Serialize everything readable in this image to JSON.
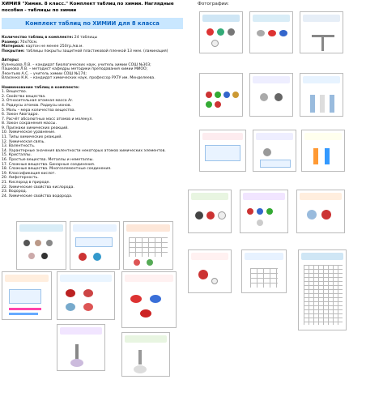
{
  "header": {
    "title": "ХИМИЯ \"Химия. 8 класс.\" Комплект таблиц по химии. Наглядные пособия - таблицы по химии",
    "photos_label": "Фотографии:"
  },
  "banner": {
    "text": "Комплект таблиц по ХИМИИ для 8 класса"
  },
  "info": {
    "qty_label": "Количество таблиц в комплекте:",
    "qty_value": "24 таблицы",
    "size_label": "Размер:",
    "size_value": "70x70см.",
    "material_label": "Материал:",
    "material_value": "картон не менее 250гр./кв.м.",
    "cover_label": "Покрытие:",
    "cover_value": "таблицы покрыты защитной пластиковой пленкой 13 мкм. (ламинация)"
  },
  "authors": {
    "label": "Авторы:",
    "lines": [
      "Кузнецова Л.В. – кандидат биологических наук, учитель химии СОШ №303;",
      "Пашкова Л.В. – методист кафедры методики преподавания химии МИОО;",
      "Леонтьев А.С. – учитель химии СОШ №174;",
      "Власенко К.К. – кандидат химических наук, профессор РХТУ им. Менделеева."
    ]
  },
  "list": {
    "label": "Наименование таблиц в комплекте:",
    "items": [
      "1. Вещество.",
      "2. Свойства вещества.",
      "3. Относительная атомная масса Ar.",
      "4. Радиусы атомов. Радиусы ионов.",
      "5. Моль – мера количества вещества.",
      "6. Закон Авогадро.",
      "7. Расчёт абсолютных масс атомов и молекул.",
      "8. Закон сохранения массы.",
      "9. Признаки химических реакций.",
      "10. Химическое уравнение.",
      "11. Типы химических реакций.",
      "12. Химическая связь.",
      "13. Валентность.",
      "14. Характерные значения валентности некоторых атомов химических элементов.",
      "15. Кристаллы.",
      "16. Простые вещества. Металлы и неметаллы.",
      "17. Сложные вещества. Бинарные соединения.",
      "18. Сложные вещества. Многоэлементные соединения.",
      "19. Классификация кислот.",
      "20. Амфотерность.",
      "21. Кислород в природе.",
      "22. Химические свойства кислорода.",
      "23. Водород.",
      "24. Химические свойства водорода."
    ]
  },
  "posters": [
    {
      "title_color": "#cfe6f5",
      "accent": "#d33"
    },
    {
      "title_color": "#d9edf7",
      "accent": "#3a7"
    },
    {
      "title_color": "#e6eef7",
      "accent": "#c84"
    },
    {
      "title_color": "#fde7d9",
      "accent": "#c33"
    },
    {
      "title_color": "#e7f2ff",
      "accent": "#48c"
    },
    {
      "title_color": "#e8f5e1",
      "accent": "#999"
    },
    {
      "title_color": "#f1e5ff",
      "accent": "#e55"
    },
    {
      "title_color": "#ffeede",
      "accent": "#c60"
    },
    {
      "title_color": "#eaf5ff",
      "accent": "#28a"
    },
    {
      "title_color": "#e7f3ff",
      "accent": "#d44"
    },
    {
      "title_color": "#fff1f1",
      "accent": "#b22"
    },
    {
      "title_color": "#eef",
      "accent": "#679"
    }
  ]
}
